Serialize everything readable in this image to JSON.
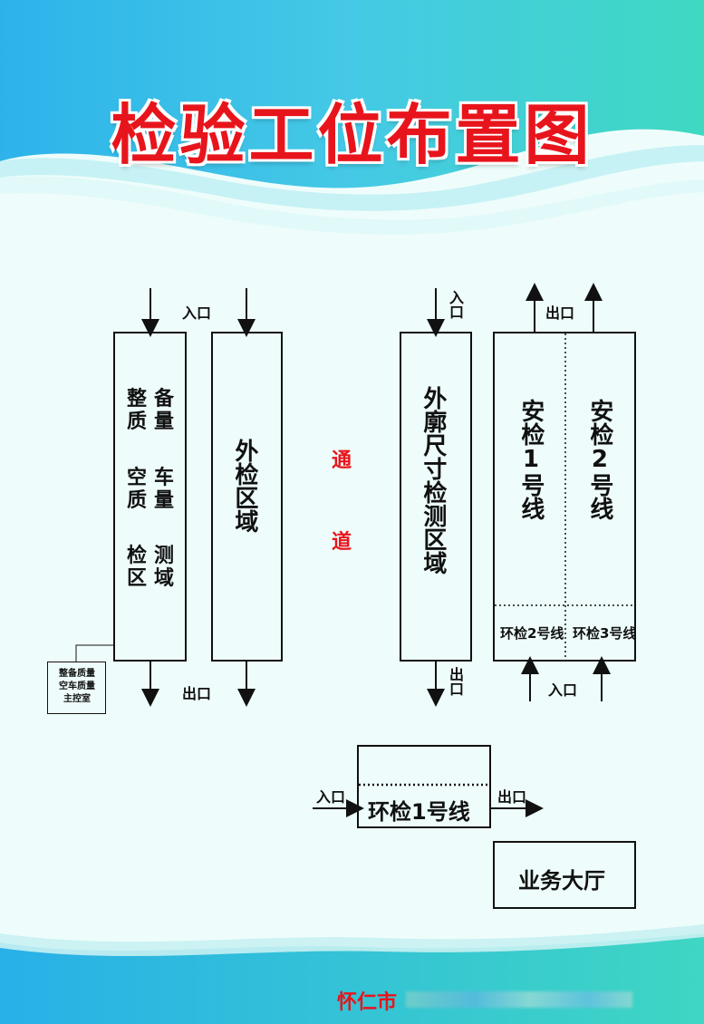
{
  "title": "检验工位布置图",
  "labels": {
    "entrance": "入口",
    "exit": "出口",
    "passage": [
      "通",
      "道"
    ]
  },
  "areas": {
    "complete_quality": {
      "col_left": [
        "整",
        "质"
      ],
      "col_right": [
        "备",
        "量"
      ],
      "line2_left": [
        "空",
        "质"
      ],
      "line2_right": [
        "车",
        "量"
      ],
      "line3_left": [
        "检",
        "区"
      ],
      "line3_right": [
        "测",
        "域"
      ]
    },
    "exterior_inspection": "外检区域",
    "dimension_inspection": "外廓尺寸检测区域",
    "safety_line_1": "安检1号线",
    "safety_line_2": "安检2号线",
    "env_line_2": "环检2号线",
    "env_line_3": "环检3号线",
    "env_line_1": "环检1号线",
    "business_hall": "业务大厅",
    "control_room": [
      "整备质量",
      "空车质量",
      "主控室"
    ]
  },
  "footer": "怀仁市",
  "colors": {
    "title": "#e8141c",
    "accent_red": "#e8141c",
    "wave_blue": "#29b6e8",
    "wave_teal": "#3fd3c0",
    "background": "#eefdfb"
  }
}
